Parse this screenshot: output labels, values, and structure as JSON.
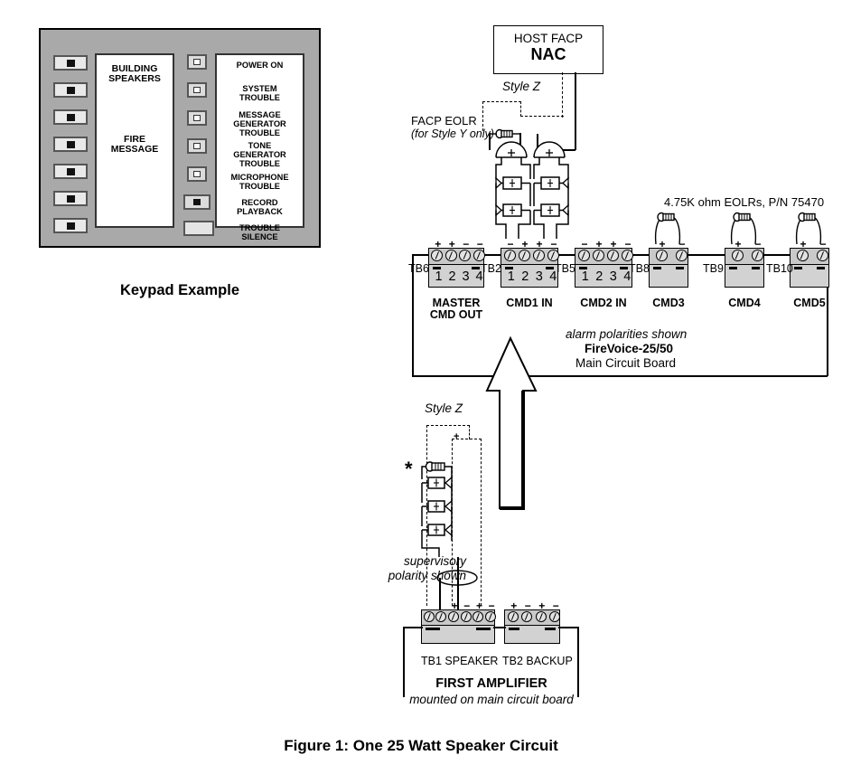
{
  "figure": {
    "caption": "Figure 1: One 25 Watt Speaker Circuit"
  },
  "keypad": {
    "caption": "Keypad Example",
    "display_lines": [
      "BUILDING",
      "SPEAKERS",
      "FIRE",
      "MESSAGE"
    ],
    "display_top": "BUILDING\nSPEAKERS",
    "display_mid": "FIRE\nMESSAGE",
    "left_buttons": [
      {
        "name": "speaker-button-1",
        "indicator": "filled"
      },
      {
        "name": "speaker-button-2",
        "indicator": "filled"
      },
      {
        "name": "speaker-button-3",
        "indicator": "filled"
      },
      {
        "name": "speaker-button-4",
        "indicator": "filled"
      },
      {
        "name": "speaker-button-5",
        "indicator": "filled"
      },
      {
        "name": "speaker-button-6",
        "indicator": "filled"
      },
      {
        "name": "speaker-button-7",
        "indicator": "filled"
      }
    ],
    "indicators": [
      {
        "label": "POWER ON",
        "state": "hollow"
      },
      {
        "label": "SYSTEM\nTROUBLE",
        "state": "hollow"
      },
      {
        "label": "MESSAGE\nGENERATOR\nTROUBLE",
        "state": "hollow"
      },
      {
        "label": "TONE\nGENERATOR\nTROUBLE",
        "state": "hollow"
      },
      {
        "label": "MICROPHONE\nTROUBLE",
        "state": "hollow"
      },
      {
        "label": "RECORD\nPLAYBACK",
        "state": "filled"
      },
      {
        "label": "TROUBLE\nSILENCE",
        "state": "blank"
      }
    ],
    "indicator_labels": [
      "POWER ON",
      "SYSTEM TROUBLE",
      "MESSAGE GENERATOR TROUBLE",
      "TONE GENERATOR TROUBLE",
      "MICROPHONE TROUBLE",
      "RECORD PLAYBACK",
      "TROUBLE SILENCE"
    ]
  },
  "diagram": {
    "host_facp": {
      "line1": "HOST FACP",
      "line2": "NAC"
    },
    "style_z_top": "Style Z",
    "style_z_lower": "Style Z",
    "facp_eolr": {
      "line1": "FACP EOLR",
      "line2": "(for Style Y only)"
    },
    "eolr_note": "4.75K ohm EOLRs, P/N 75470",
    "board_note": {
      "line1": "alarm polarities shown",
      "line2": "FireVoice-25/50",
      "line3": "Main Circuit Board"
    },
    "supervisory_note": {
      "line1": "supervisory",
      "line2": "polarity shown"
    },
    "asterisk": "*",
    "amplifier": {
      "title": "FIRST AMPLIFIER",
      "subtitle": "mounted on main circuit board",
      "tb1_label": "TB1  SPEAKER",
      "tb2_label": "TB2  BACKUP",
      "tb1_polarity": [
        "+",
        "−",
        "+",
        "−"
      ],
      "tb2_polarity": [
        "+",
        "−",
        "+",
        "−"
      ]
    },
    "terminal_blocks": [
      {
        "tag": "TB6",
        "name": "MASTER\nCMD OUT",
        "name1": "MASTER",
        "name2": "CMD OUT",
        "numbers": [
          "1",
          "2",
          "3",
          "4"
        ],
        "polarity": [
          "+",
          "+",
          "−",
          "−"
        ]
      },
      {
        "tag": "TB2",
        "name": "CMD1 IN",
        "name1": "CMD1 IN",
        "name2": "",
        "numbers": [
          "1",
          "2",
          "3",
          "4"
        ],
        "polarity": [
          "−",
          "+",
          "+",
          "−"
        ]
      },
      {
        "tag": "TB5",
        "name": "CMD2 IN",
        "name1": "CMD2 IN",
        "name2": "",
        "numbers": [
          "1",
          "2",
          "3",
          "4"
        ],
        "polarity": [
          "−",
          "+",
          "+",
          "−"
        ]
      },
      {
        "tag": "TB8",
        "name": "CMD3",
        "name1": "CMD3",
        "name2": "",
        "numbers": [],
        "polarity": [
          "+",
          "−"
        ]
      },
      {
        "tag": "TB9",
        "name": "CMD4",
        "name1": "CMD4",
        "name2": "",
        "numbers": [],
        "polarity": [
          "+",
          "−"
        ]
      },
      {
        "tag": "TB10",
        "name": "CMD5",
        "name1": "CMD5",
        "name2": "",
        "numbers": [],
        "polarity": [
          "+",
          "−"
        ]
      }
    ]
  },
  "colors": {
    "panel_gray": "#a9a9a9",
    "terminal_head": "#c9c9c9",
    "terminal_body": "#d2d2d2",
    "line": "#000000",
    "background": "#ffffff"
  }
}
